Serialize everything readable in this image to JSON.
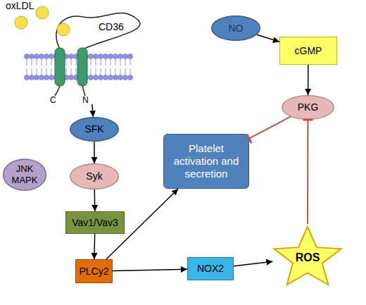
{
  "diagram": {
    "nodes": [
      {
        "text": [
          "CD36"
        ]
      },
      {
        "text": [
          "NO"
        ]
      },
      {
        "text": [
          "cGMP"
        ]
      },
      {
        "text": [
          "PKG"
        ]
      },
      {
        "text": [
          "SFK"
        ]
      },
      {
        "text": [
          "Platelet activation and secretion"
        ]
      },
      {
        "text": [
          "JNK MAPK"
        ]
      },
      {
        "text": [
          "Syk"
        ]
      },
      {
        "text": [
          "Vav1/Vav3"
        ]
      },
      {
        "text": [
          "PLCy2"
        ]
      },
      {
        "text": [
          "NOX2"
        ]
      },
      {
        "text": [
          "ROS"
        ]
      }
    ],
    "edges": [
      {
        "from": 0,
        "to": 4,
        "arrow": "to"
      },
      {
        "from": 4,
        "to": 7,
        "arrow": "to"
      },
      {
        "from": 7,
        "to": 8,
        "arrow": "to"
      },
      {
        "from": 8,
        "to": 9,
        "arrow": "to"
      },
      {
        "from": 9,
        "to": 5,
        "arrow": "to"
      },
      {
        "from": 9,
        "to": 10,
        "arrow": "to"
      },
      {
        "from": 10,
        "to": 11,
        "arrow": "to"
      },
      {
        "from": 11,
        "to": 3,
        "arrow": "to"
      },
      {
        "from": 3,
        "to": 5,
        "arrow": "to"
      },
      {
        "from": 1,
        "to": 2,
        "arrow": "to"
      },
      {
        "from": 2,
        "to": 3,
        "arrow": "to"
      }
    ],
    "labels": [
      "oxLDL",
      "C",
      "N"
    ]
  }
}
